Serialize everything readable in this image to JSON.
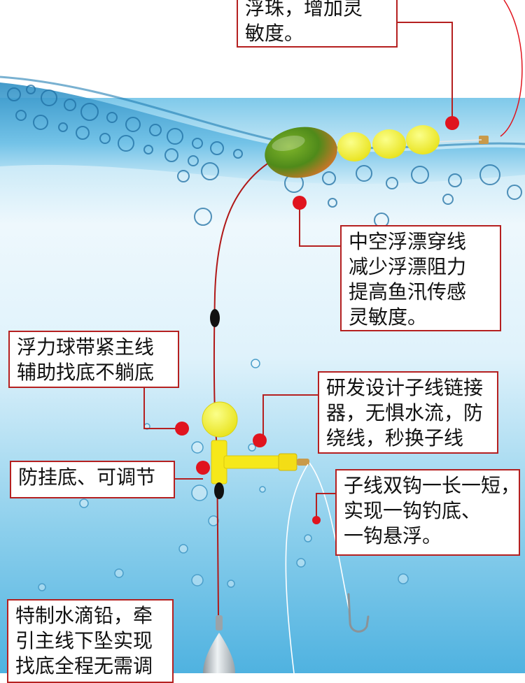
{
  "callouts": {
    "top_float": {
      "lines": [
        "浮珠，增加灵",
        "敏度。"
      ]
    },
    "hollow_float": {
      "lines": [
        "中空浮漂穿线",
        "减少浮漂阻力",
        "提高鱼汛传感",
        "灵敏度。"
      ]
    },
    "float_ball": {
      "lines": [
        "浮力球带紧主线",
        "辅助找底不躺底"
      ]
    },
    "connector": {
      "lines": [
        "研发设计子线链接",
        "器，无惧水流，防",
        "绕线，秒换子线"
      ]
    },
    "anti_snag": {
      "lines": [
        "防挂底、可调节"
      ]
    },
    "double_hook": {
      "lines": [
        "子线双钩一长一短，",
        "实现一钩钓底、",
        "一钩悬浮。"
      ]
    },
    "sinker": {
      "lines": [
        "特制水滴铅，牵",
        "引主线下坠实现",
        "找底全程无需调"
      ]
    }
  },
  "colors": {
    "callout_border": "#b52020",
    "marker_dot": "#e0141e",
    "main_line": "#b01818",
    "water_surface": "#3fa6d6",
    "water_deep": "#52b4e0",
    "float_green": "#5a8e1c",
    "float_orange": "#e07a22",
    "bead_yellow": "#f4f02a",
    "connector_yellow": "#f6e81a"
  }
}
